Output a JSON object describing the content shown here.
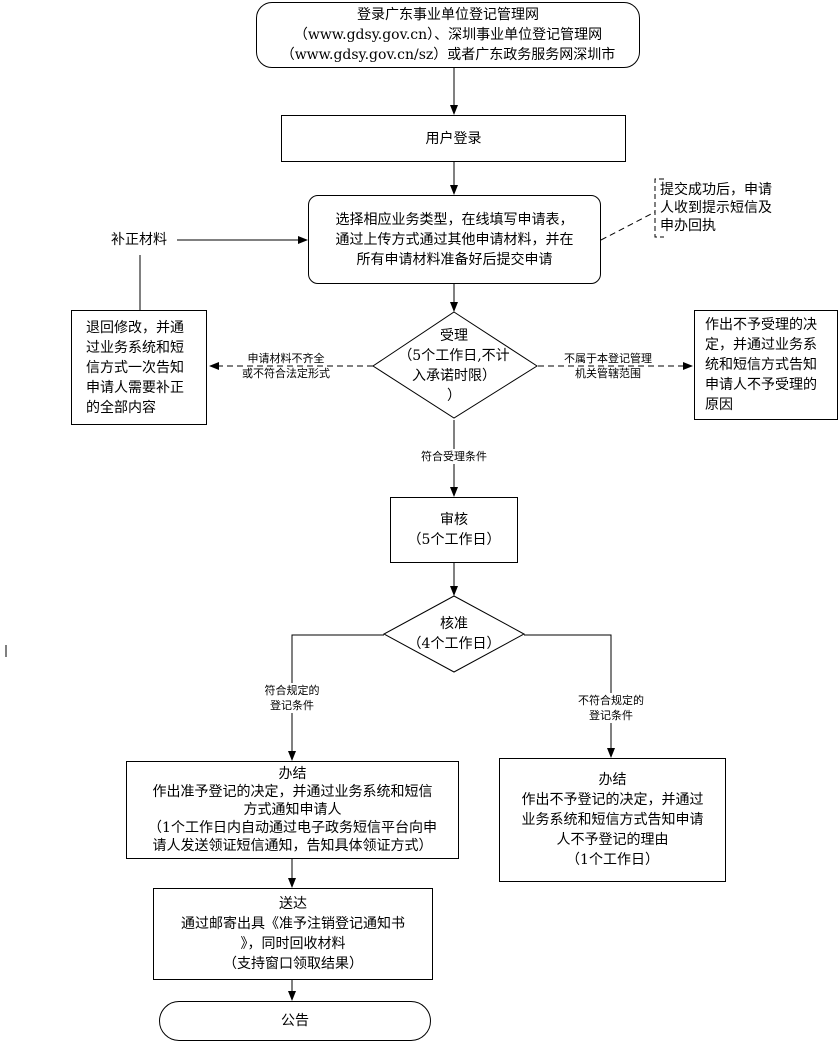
{
  "start": {
    "lines": [
      "登录广东事业单位登记管理网",
      "（www.gdsy.gov.cn）、深圳事业单位登记管理网",
      "（www.gdsy.gov.cn/sz）或者广东政务服务网深圳市"
    ]
  },
  "login": {
    "text": "用户登录"
  },
  "fill": {
    "lines": [
      "选择相应业务类型，在线填写申请表，",
      "通过上传方式通过其他申请材料，并在",
      "所有申请材料准备好后提交申请"
    ]
  },
  "note": {
    "lines": [
      "提交成功后，申请",
      "人收到提示短信及",
      "申办回执"
    ]
  },
  "supplement": {
    "text": "补正材料"
  },
  "return_box": {
    "lines": [
      "退回修改，并通",
      "过业务系统和短",
      "信方式一次告知",
      "申请人需要补正",
      "的全部内容"
    ]
  },
  "accept": {
    "lines": [
      "受理",
      "（5个工作日,不计",
      "入承诺时限）",
      "）"
    ]
  },
  "reject_accept": {
    "lines": [
      "作出不予受理的决",
      "定，并通过业务系",
      "统和短信方式告知",
      "申请人不予受理的",
      "原因"
    ]
  },
  "labels": {
    "incomplete": [
      "申请材料不齐全",
      "或不符合法定形式"
    ],
    "outside_scope": [
      "不属于本登记管理",
      "机关管辖范围"
    ],
    "meets_accept": [
      "符合受理条件"
    ],
    "meets_rules": [
      "符合规定的",
      "登记条件"
    ],
    "not_meets_rules": [
      "不符合规定的",
      "登记条件"
    ]
  },
  "review": {
    "lines": [
      "审核",
      "（5个工作日）"
    ]
  },
  "approve": {
    "lines": [
      "核准",
      "（4个工作日）"
    ]
  },
  "done_ok": {
    "lines": [
      "办结",
      "作出准予登记的决定，并通过业务系统和短信",
      "方式通知申请人",
      "（1个工作日内自动通过电子政务短信平台向申",
      "请人发送领证短信通知，告知具体领证方式）"
    ]
  },
  "done_no": {
    "lines": [
      "办结",
      "作出不予登记的决定，并通过",
      "业务系统和短信方式告知申请",
      "人不予登记的理由",
      "（1个工作日）"
    ]
  },
  "deliver": {
    "lines": [
      "送达",
      "通过邮寄出具《准予注销登记通知书",
      "》，同时回收材料",
      "（支持窗口领取结果）"
    ]
  },
  "announce": {
    "text": "公告"
  }
}
